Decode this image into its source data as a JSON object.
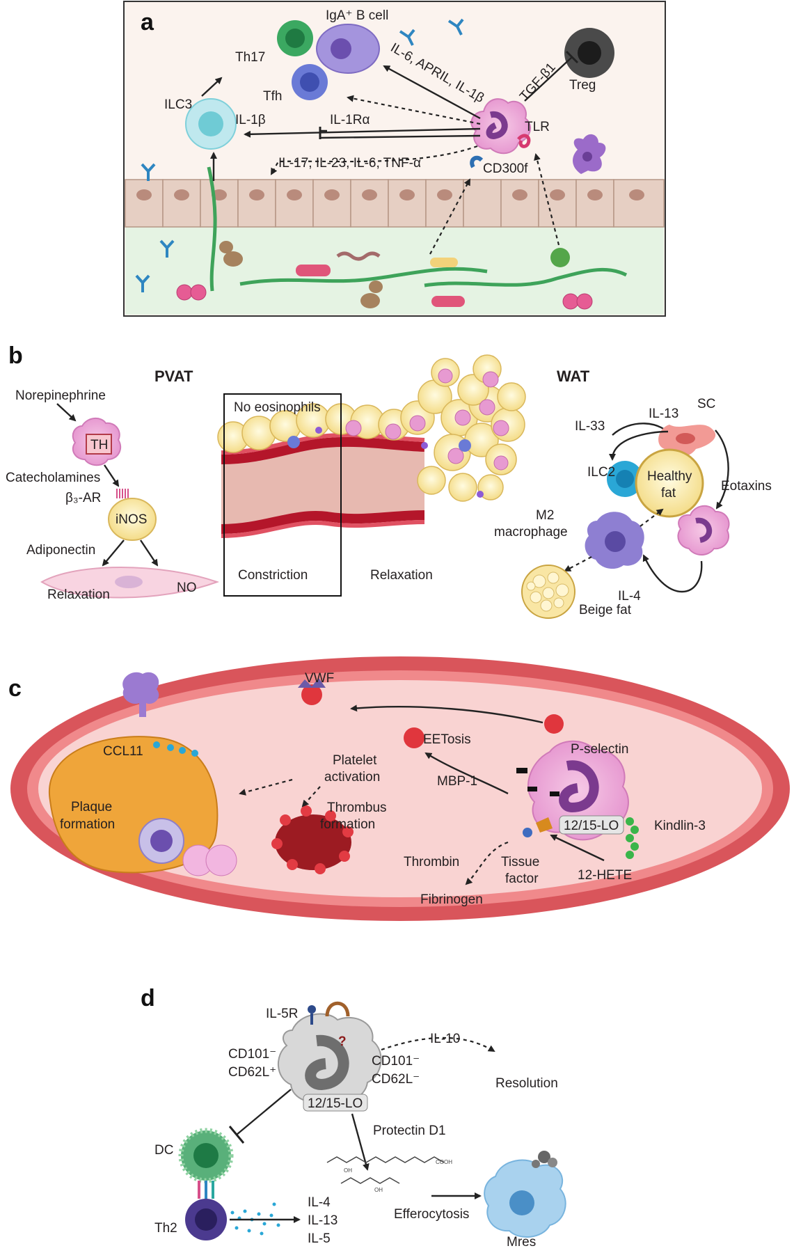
{
  "panel_a": {
    "letter": "a",
    "cells": {
      "igA_b_cell": "IgA⁺ B cell",
      "th17": "Th17",
      "tfh": "Tfh",
      "ilc3": "ILC3",
      "treg": "Treg"
    },
    "signals": {
      "il6_april": "IL-6, APRIL, IL-1β",
      "tgf": "TGF-β1",
      "il1b": "IL-1β",
      "il1ra": "IL-1Rα",
      "il17": "IL-17, IL-23, IL-6, TNF-α",
      "tlr": "TLR",
      "cd300f": "CD300f"
    }
  },
  "panel_b": {
    "letter": "b",
    "pvat": {
      "title": "PVAT",
      "norepinephrine": "Norepinephrine",
      "th": "TH",
      "catecholamines": "Catecholamines",
      "b3ar": "β₃-AR",
      "inos": "iNOS",
      "adiponectin": "Adiponectin",
      "relaxation": "Relaxation",
      "no": "NO"
    },
    "vessel": {
      "no_eos": "No eosinophils",
      "constriction": "Constriction",
      "relaxation": "Relaxation"
    },
    "wat": {
      "title": "WAT",
      "il13": "IL-13",
      "sc": "SC",
      "il33": "IL-33",
      "ilc2": "ILC2",
      "healthy_fat_1": "Healthy",
      "healthy_fat_2": "fat",
      "eotaxins": "Eotaxins",
      "m2_1": "M2",
      "m2_2": "macrophage",
      "il4": "IL-4",
      "beige_fat": "Beige fat"
    }
  },
  "panel_c": {
    "letter": "c",
    "vwf": "VWF",
    "ccl11": "CCL11",
    "eetosis": "EETosis",
    "pselectin": "P-selectin",
    "platelet_1": "Platelet",
    "platelet_2": "activation",
    "plaque_1": "Plaque",
    "plaque_2": "formation",
    "mbp1": "MBP-1",
    "thrombus_1": "Thrombus",
    "thrombus_2": "formation",
    "lo": "12/15-LO",
    "kindlin": "Kindlin-3",
    "thrombin": "Thrombin",
    "tissue_1": "Tissue",
    "tissue_2": "factor",
    "hete": "12-HETE",
    "fibrinogen": "Fibrinogen"
  },
  "panel_d": {
    "letter": "d",
    "il5r": "IL-5R",
    "qmark": "?",
    "il10": "IL-10",
    "cd101_left": "CD101⁻",
    "cd62l_plus": "CD62L⁺",
    "cd101_right": "CD101⁻",
    "cd62l_minus": "CD62L⁻",
    "resolution": "Resolution",
    "lo": "12/15-LO",
    "protectin": "Protectin D1",
    "dc": "DC",
    "efferocytosis": "Efferocytosis",
    "th2": "Th2",
    "mres": "Mres",
    "il4": "IL-4",
    "il13": "IL-13",
    "il5": "IL-5",
    "cooh": "COOH",
    "oh": "OH"
  }
}
